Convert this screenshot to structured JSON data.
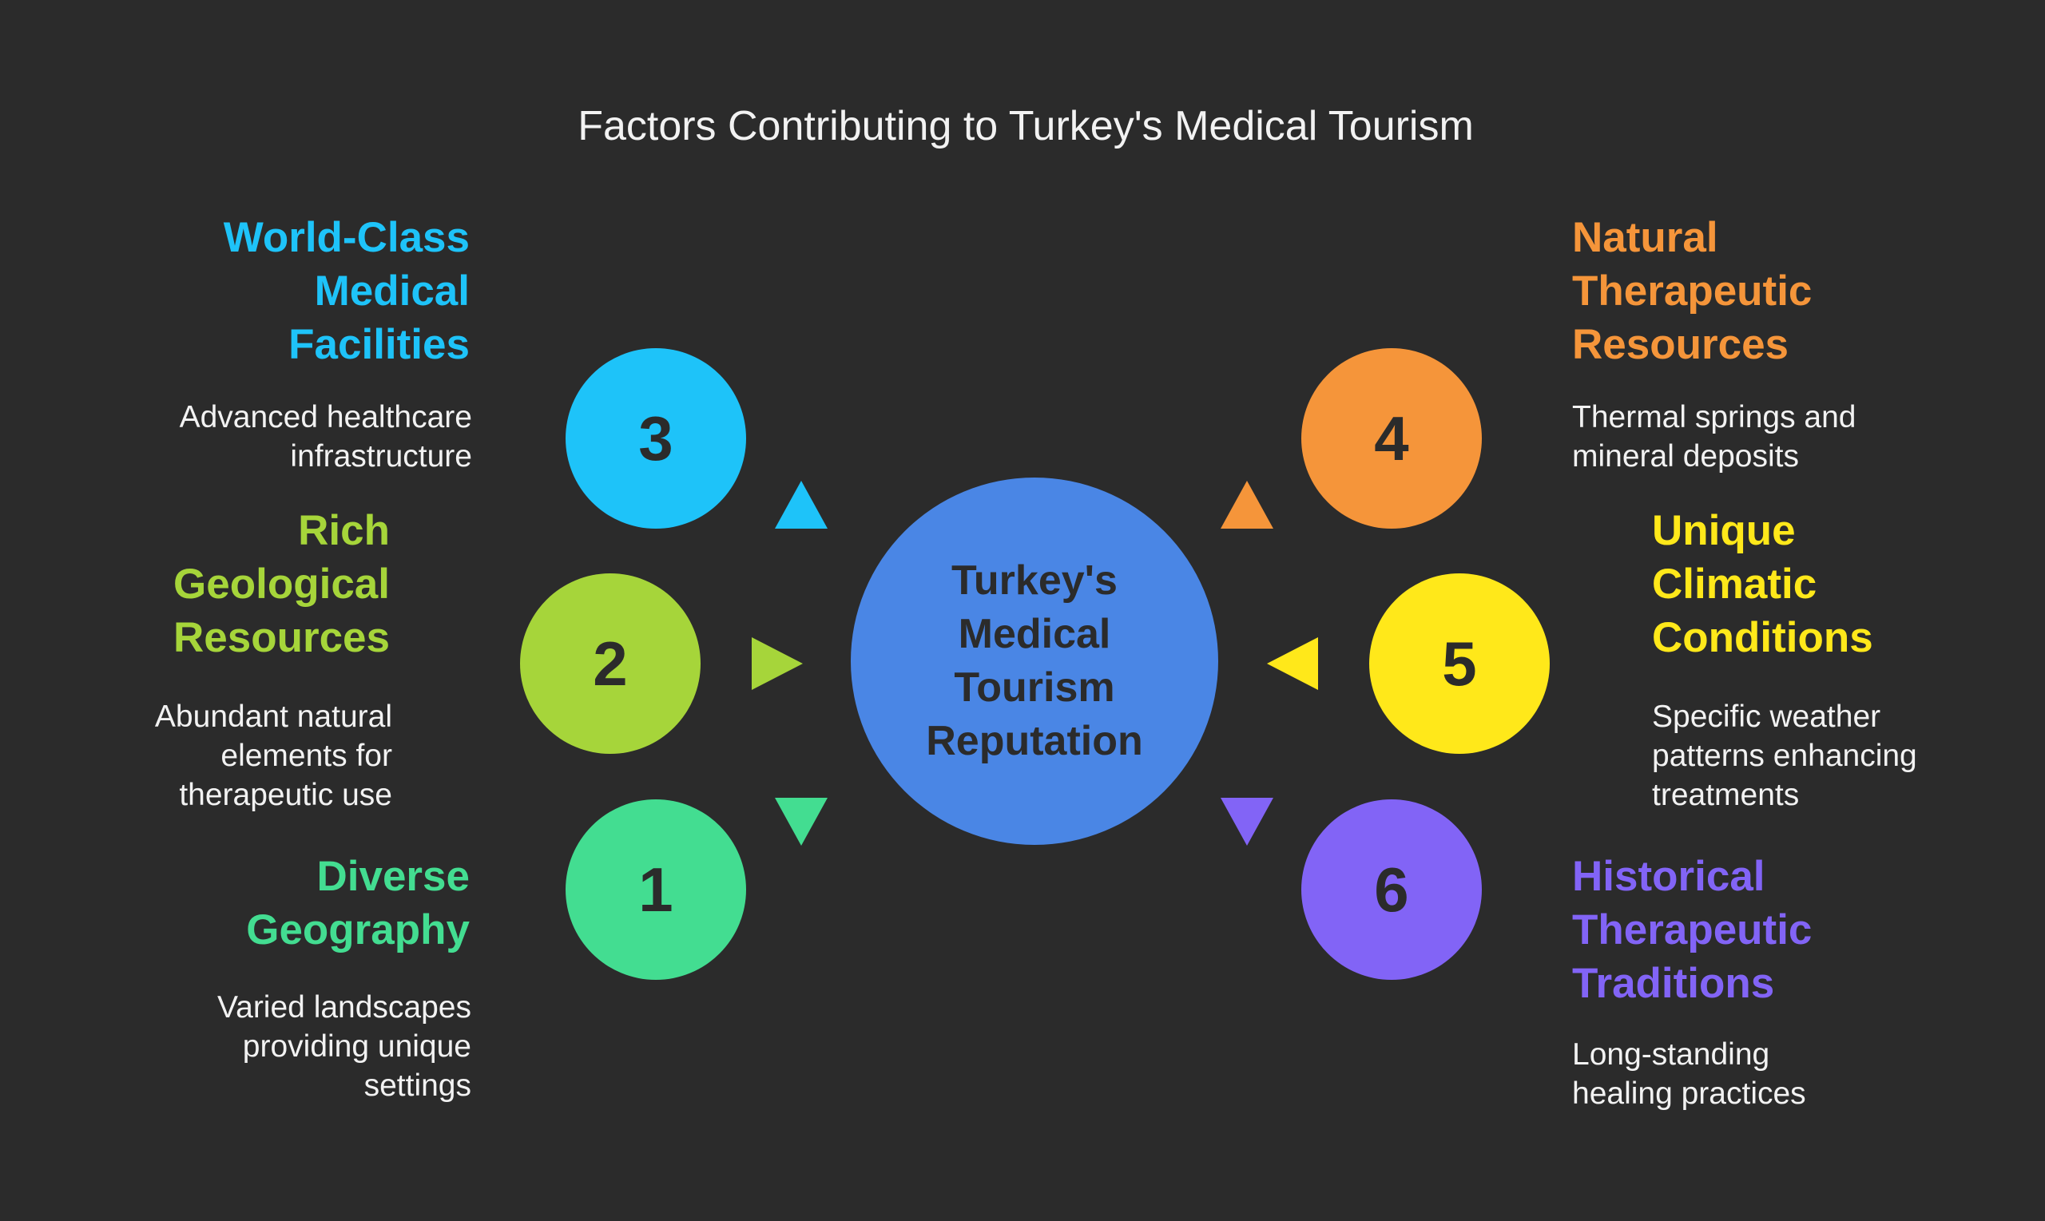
{
  "title": "Factors Contributing to Turkey's Medical Tourism",
  "center": {
    "label": "Turkey's Medical Tourism Reputation",
    "color": "#4a86e5"
  },
  "factors": [
    {
      "number": "1",
      "heading": "Diverse Geography",
      "description": "Varied landscapes providing unique settings",
      "color": "#43dd91"
    },
    {
      "number": "2",
      "heading": "Rich Geological Resources",
      "description": "Abundant natural elements for therapeutic use",
      "color": "#a6d53a"
    },
    {
      "number": "3",
      "heading": "World-Class Medical Facilities",
      "description": "Advanced healthcare infrastructure",
      "color": "#1ec3f9"
    },
    {
      "number": "4",
      "heading": "Natural Therapeutic Resources",
      "description": "Thermal springs and mineral deposits",
      "color": "#f5953a"
    },
    {
      "number": "5",
      "heading": "Unique Climatic Conditions",
      "description": "Specific weather patterns enhancing treatments",
      "color": "#ffe81a"
    },
    {
      "number": "6",
      "heading": "Historical Therapeutic Traditions",
      "description": "Long-standing healing practices",
      "color": "#8264f6"
    }
  ]
}
